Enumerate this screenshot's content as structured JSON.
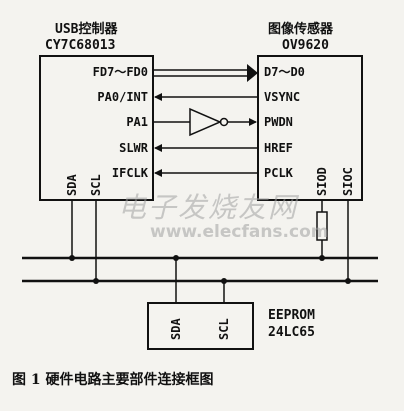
{
  "usb": {
    "title": "USB控制器",
    "part": "CY7C68013",
    "pins": [
      "FD7～FD0",
      "PA0/INT",
      "PA1",
      "SLWR",
      "IFCLK",
      "SDA",
      "SCL"
    ]
  },
  "sensor": {
    "title": "图像传感器",
    "part": "OV9620",
    "pins": [
      "D7～D0",
      "VSYNC",
      "PWDN",
      "HREF",
      "PCLK",
      "SIOD",
      "SIOC"
    ]
  },
  "eeprom": {
    "title": "EEPROM",
    "part": "24LC65",
    "pins": [
      "SDA",
      "SCL"
    ]
  },
  "watermark": {
    "cn": "电子发烧友网",
    "url": "www.elecfans.com"
  },
  "caption": "图 1   硬件电路主要部件连接框图",
  "colors": {
    "line": "#111111",
    "background": "#f4f3ef"
  }
}
